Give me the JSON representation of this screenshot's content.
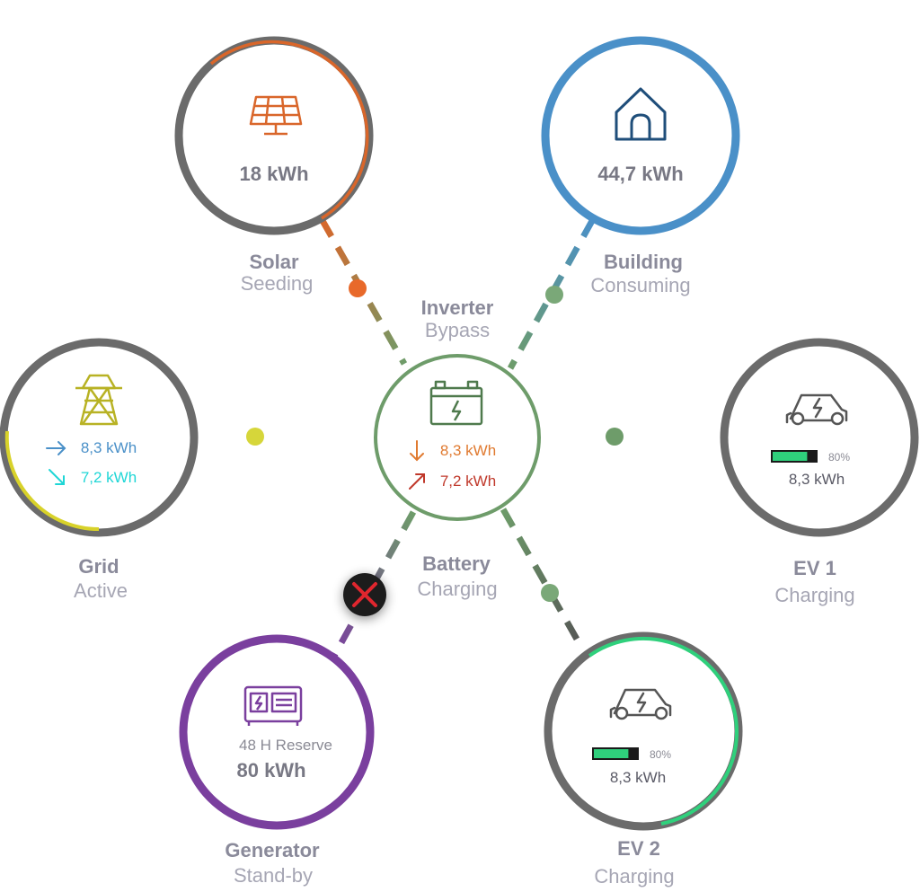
{
  "nodes": {
    "solar": {
      "label": "Solar",
      "status": "Seeding",
      "value": "18 kWh",
      "icon": "solar-panel-icon",
      "color": "#d9662a"
    },
    "building": {
      "label": "Building",
      "status": "Consuming",
      "value": "44,7 kWh",
      "icon": "house-icon",
      "color": "#4a90c8"
    },
    "grid": {
      "label": "Grid",
      "status": "Active",
      "import": "8,3 kWh",
      "export": "7,2 kWh",
      "icon": "power-tower-icon",
      "color": "#d8d22a"
    },
    "inverter": {
      "label": "Inverter",
      "status": "Bypass",
      "icon": "battery-icon"
    },
    "battery": {
      "label": "Battery",
      "status": "Charging",
      "in": "8,3 kWh",
      "out": "7,2 kWh",
      "color": "#6e9c6a"
    },
    "ev1": {
      "label": "EV 1",
      "status": "Charging",
      "percent_label": "80%",
      "value": "8,3 kWh",
      "level": 0.8,
      "icon": "electric-car-icon"
    },
    "ev2": {
      "label": "EV 2",
      "status": "Charging",
      "percent_label": "80%",
      "value": "8,3 kWh",
      "level": 0.8,
      "icon": "electric-car-icon",
      "color": "#2fd07c"
    },
    "generator": {
      "label": "Generator",
      "status": "Stand-by",
      "reserve": "48 H Reserve",
      "value": "80 kWh",
      "icon": "generator-icon",
      "color": "#7a3f9e"
    }
  },
  "disconnect_icon": "close-icon",
  "colors": {
    "ring_gray": "#6b6b6b",
    "battery_green": "#6e9c6a",
    "arrow_orange": "#e07a30",
    "arrow_red": "#c0392b",
    "grid_import": "#4a90c8",
    "grid_export": "#1fd6d6"
  }
}
